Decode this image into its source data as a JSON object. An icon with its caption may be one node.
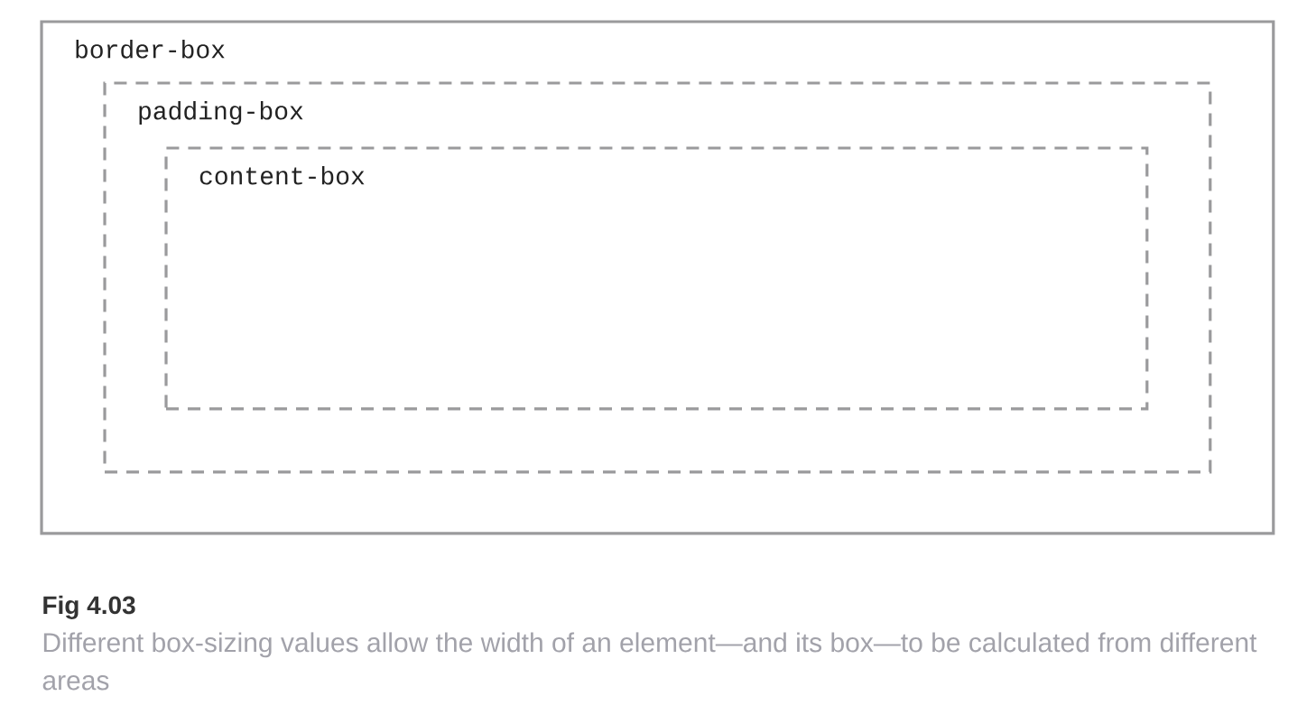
{
  "diagram": {
    "title": "Fig 4.03",
    "caption": "Different box-sizing values allow the width of an element—and its box—to be calculated from different areas",
    "nodes": [
      {
        "text": [
          "border-box"
        ]
      },
      {
        "text": [
          "padding-box"
        ],
        "in": 0
      },
      {
        "text": [
          "content-box"
        ],
        "in": 1
      }
    ]
  }
}
